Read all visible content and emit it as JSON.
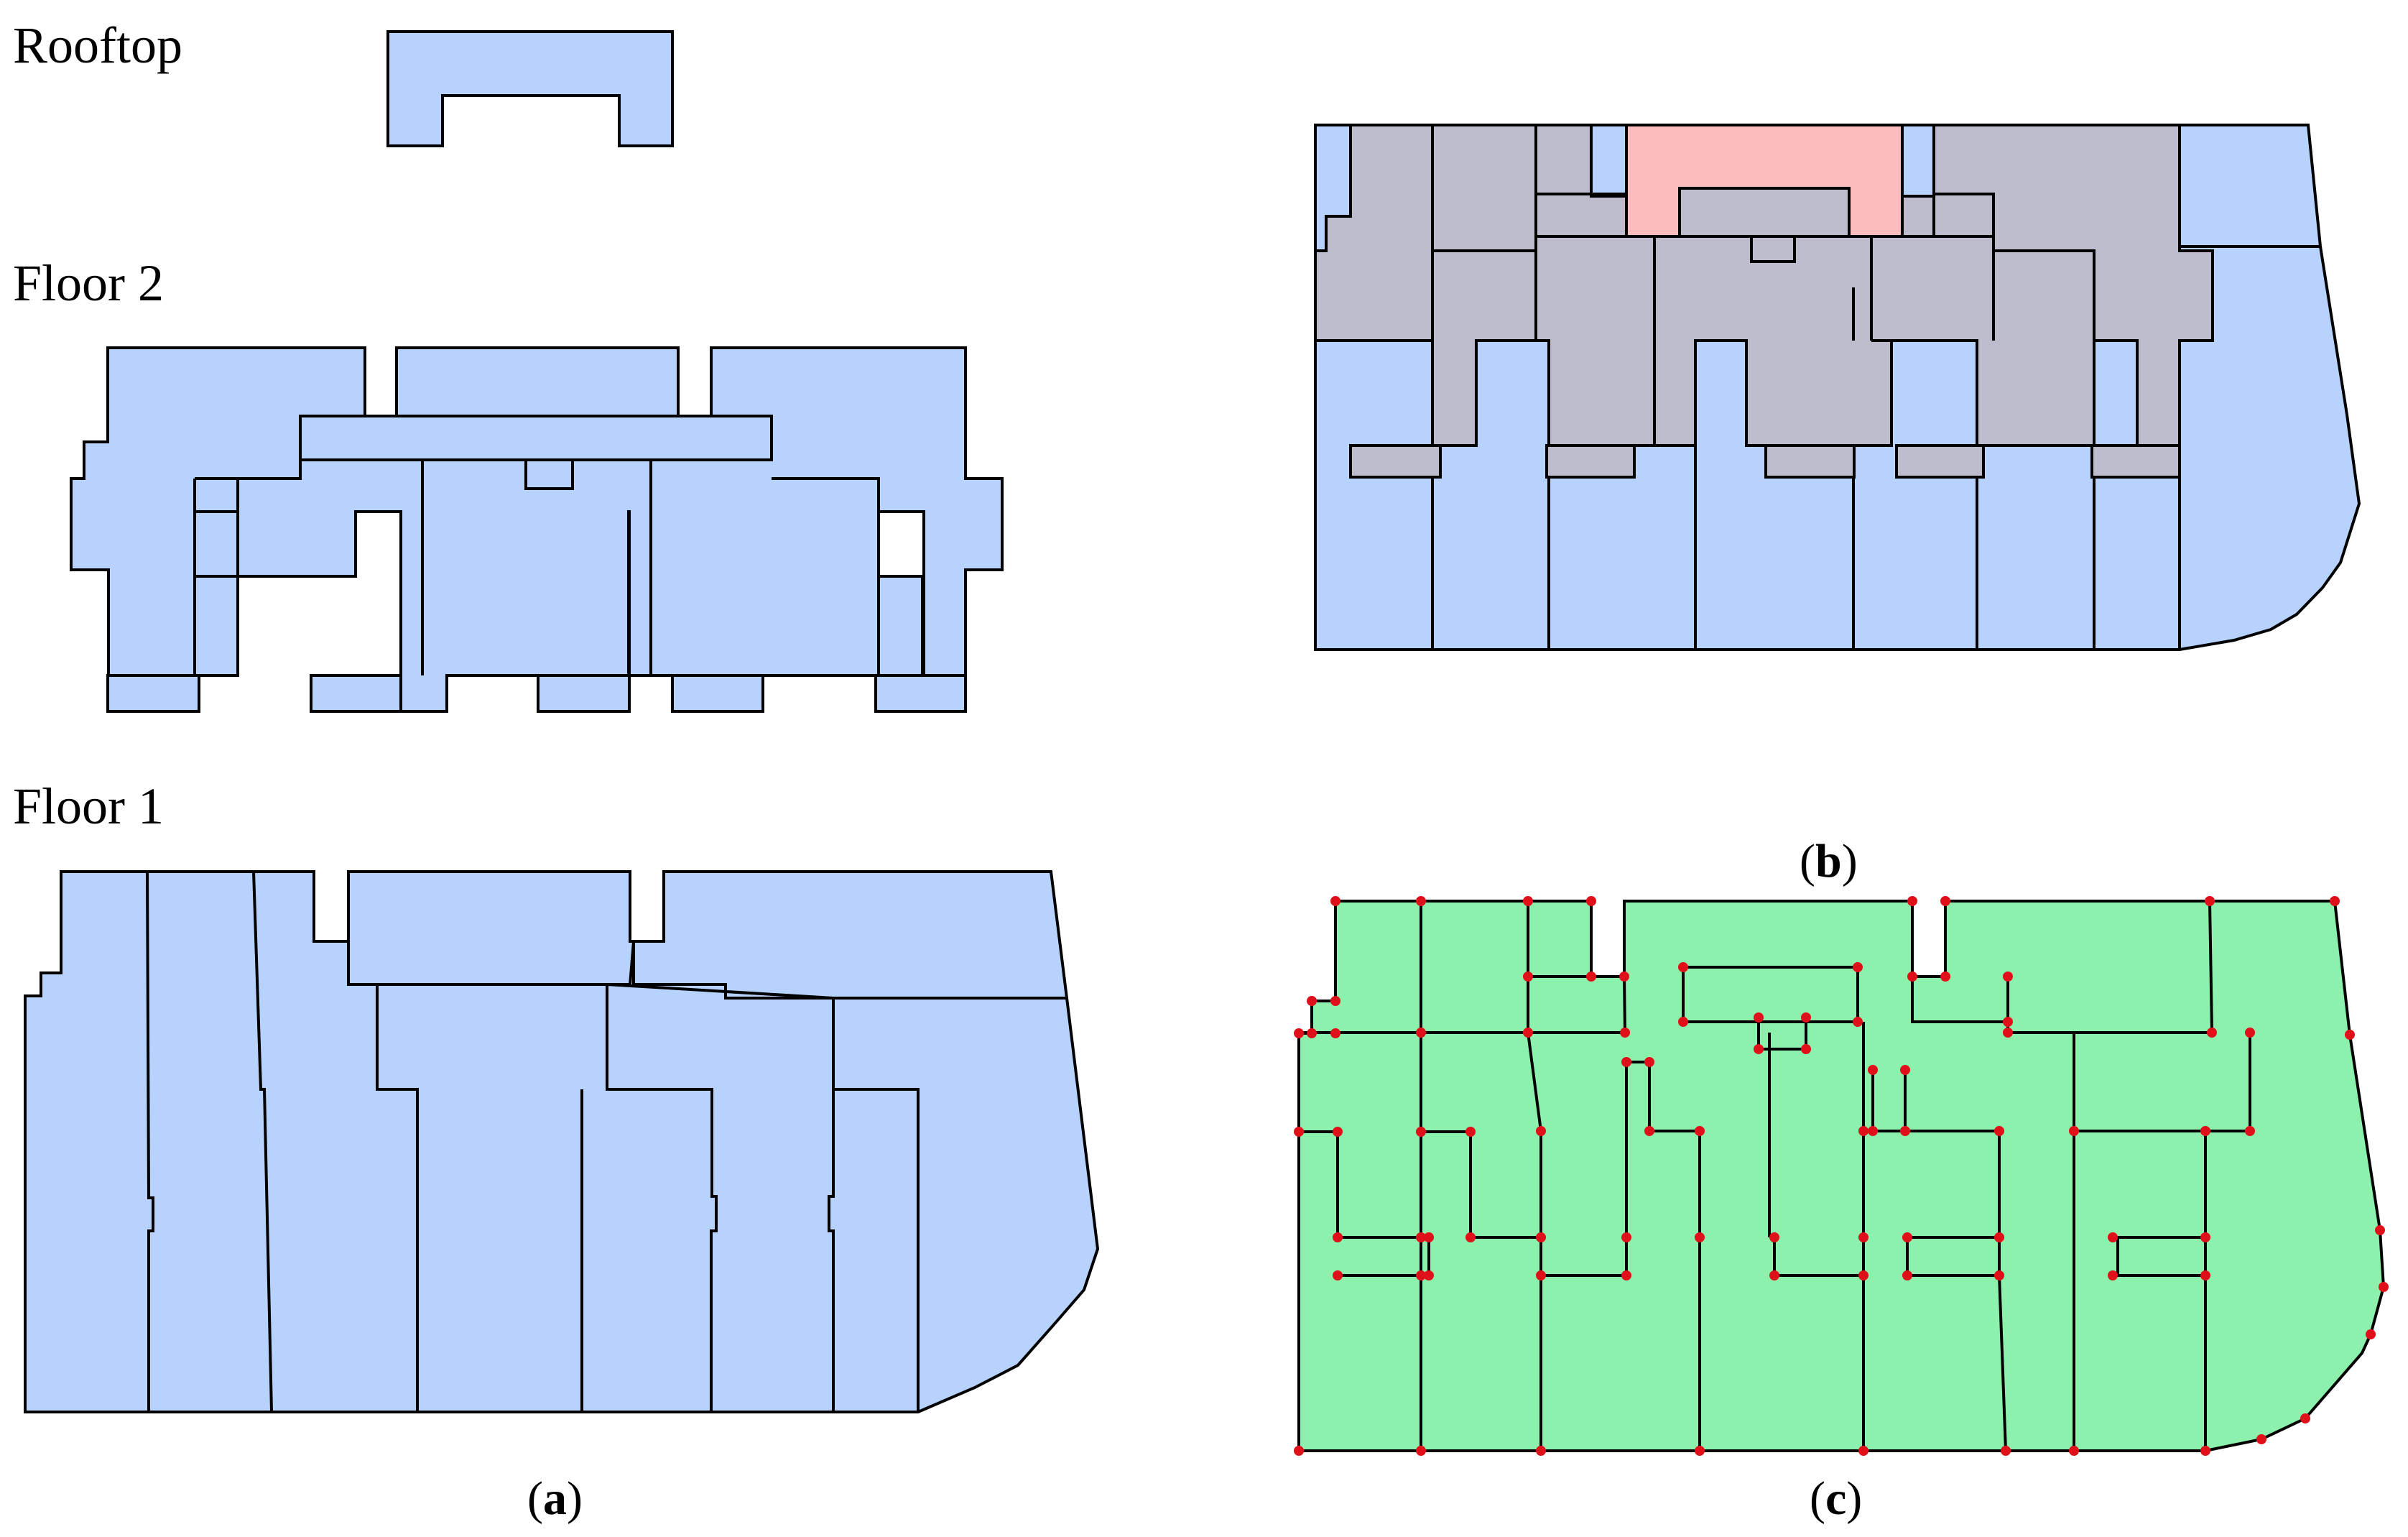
{
  "panel_a": {
    "labels": [
      "Rooftop",
      "Floor 2",
      "Floor 1"
    ],
    "caption": "a"
  },
  "panel_b": {
    "caption": "b"
  },
  "panel_c": {
    "caption": "c"
  },
  "colors": {
    "floor_fill": "#b7d3fd",
    "upper_floor_fill": "#bdbccc",
    "rooftop_fill": "#fbbcbd",
    "graph_fill": "#8cf1ad",
    "node_color": "#e0101a",
    "outline": "#000000"
  }
}
